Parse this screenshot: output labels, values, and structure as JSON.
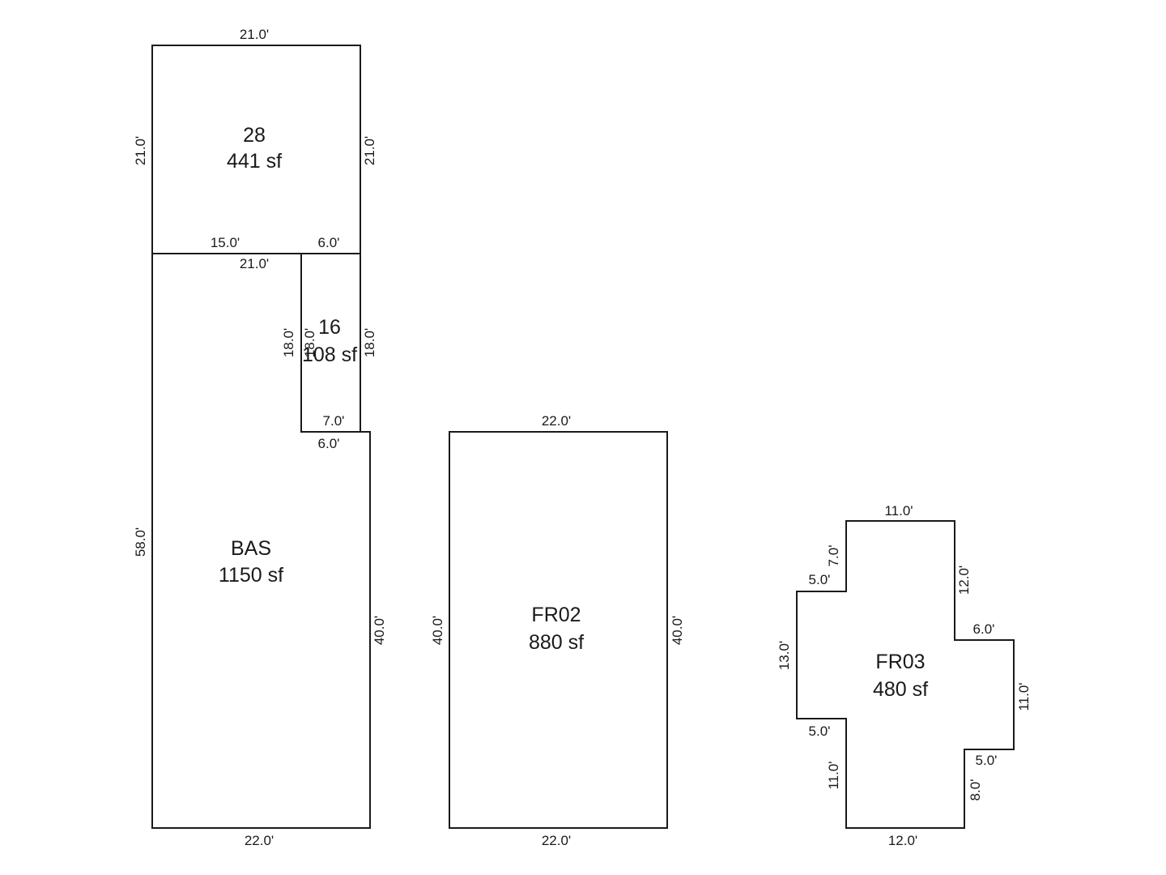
{
  "sketch": {
    "areas": {
      "area28": {
        "code": "28",
        "area": "441 sf",
        "dims": {
          "top": "21.0'",
          "left": "21.0'",
          "right": "21.0'",
          "bottom_left": "15.0'",
          "bottom_right": "6.0'"
        }
      },
      "area16": {
        "code": "16",
        "area": "108 sf",
        "dims": {
          "left": "18.0'",
          "inner_left": "18.0'",
          "right": "18.0'",
          "bottom": "7.0'"
        }
      },
      "bas": {
        "code": "BAS",
        "area": "1150 sf",
        "dims": {
          "top": "21.0'",
          "left": "58.0'",
          "notch": "6.0'",
          "right": "40.0'",
          "bottom": "22.0'"
        }
      },
      "fr02": {
        "code": "FR02",
        "area": "880 sf",
        "dims": {
          "top": "22.0'",
          "left": "40.0'",
          "right": "40.0'",
          "bottom": "22.0'"
        }
      },
      "fr03": {
        "code": "FR03",
        "area": "480 sf",
        "dims": {
          "top": "11.0'",
          "upper_left_step": "5.0'",
          "upper_left_rise": "7.0'",
          "right_upper": "12.0'",
          "right_step": "6.0'",
          "left": "13.0'",
          "right_lower": "11.0'",
          "lower_left_step": "5.0'",
          "lower_right_step": "5.0'",
          "lower_left_drop": "11.0'",
          "lower_right_drop": "8.0'",
          "bottom": "12.0'"
        }
      }
    }
  }
}
